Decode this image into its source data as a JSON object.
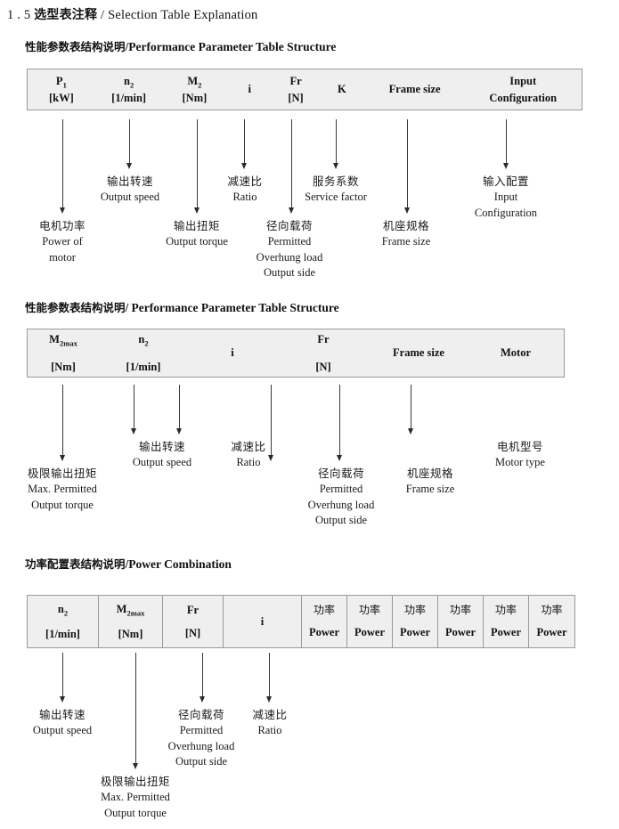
{
  "document": {
    "section_number": "1 . 5",
    "title_cn": "选型表注释",
    "title_sep": "/",
    "title_en": "Selection Table Explanation"
  },
  "colors": {
    "table_fill": "#efefef",
    "table_border": "#9a9a9a",
    "arrow": "#2a2a2a",
    "text": "#111111",
    "page_background": "#ffffff"
  },
  "sections": [
    {
      "heading_cn": "性能参数表结构说明",
      "heading_sep": "/",
      "heading_en": "Performance Parameter Table Structure",
      "table": {
        "columns": [
          {
            "line1": "P",
            "sub1": "1",
            "line2": "[kW]"
          },
          {
            "line1": "n",
            "sub1": "2",
            "line2": "[1/min]"
          },
          {
            "line1": "M",
            "sub1": "2",
            "line2": "[Nm]"
          },
          {
            "line1": "i",
            "sub1": "",
            "line2": ""
          },
          {
            "line1": "Fr",
            "sub1": "",
            "line2": "[N]"
          },
          {
            "line1": "K",
            "sub1": "",
            "line2": ""
          },
          {
            "line1": "Frame size",
            "sub1": "",
            "line2": ""
          },
          {
            "line1": "Input",
            "sub1": "",
            "line2": "Configuration"
          }
        ]
      },
      "callouts": [
        {
          "cn": "电机功率",
          "en": [
            "Power of",
            "motor"
          ]
        },
        {
          "cn": "输出转速",
          "en": [
            "Output speed"
          ]
        },
        {
          "cn": "输出扭矩",
          "en": [
            "Output torque"
          ]
        },
        {
          "cn": "减速比",
          "en": [
            "Ratio"
          ]
        },
        {
          "cn": "径向载荷",
          "en": [
            "Permitted",
            "Overhung load",
            "Output side"
          ]
        },
        {
          "cn": "服务系数",
          "en": [
            "Service factor"
          ]
        },
        {
          "cn": "机座规格",
          "en": [
            "Frame size"
          ]
        },
        {
          "cn": "输入配置",
          "en": [
            "Input",
            "Configuration"
          ]
        }
      ]
    },
    {
      "heading_cn": "性能参数表结构说明",
      "heading_sep": "/",
      "heading_en": "Performance Parameter Table Structure",
      "table": {
        "columns": [
          {
            "line1": "M",
            "sub1": "2max",
            "line2": "[Nm]"
          },
          {
            "line1": "n",
            "sub1": "2",
            "line2": "[1/min]"
          },
          {
            "line1": "i",
            "sub1": "",
            "line2": ""
          },
          {
            "line1": "Fr",
            "sub1": "",
            "line2": "[N]"
          },
          {
            "line1": "Frame size",
            "sub1": "",
            "line2": ""
          },
          {
            "line1": "Motor",
            "sub1": "",
            "line2": ""
          }
        ]
      },
      "callouts": [
        {
          "cn": "极限输出扭矩",
          "en": [
            "Max. Permitted",
            "Output  torque"
          ]
        },
        {
          "cn": "输出转速",
          "en": [
            "Output speed"
          ]
        },
        {
          "cn": "减速比",
          "en": [
            "Ratio"
          ]
        },
        {
          "cn": "径向载荷",
          "en": [
            "Permitted",
            "Overhung load",
            "Output side"
          ]
        },
        {
          "cn": "机座规格",
          "en": [
            "Frame size"
          ]
        },
        {
          "cn": "电机型号",
          "en": [
            "Motor type"
          ]
        }
      ]
    },
    {
      "heading_cn": "功率配置表结构说明",
      "heading_sep": "/",
      "heading_en": "Power Combination",
      "table": {
        "columns": [
          {
            "line1": "n",
            "sub1": "2",
            "line2": "[1/min]"
          },
          {
            "line1": "M",
            "sub1": "2max",
            "line2": "[Nm]"
          },
          {
            "line1": "Fr",
            "sub1": "",
            "line2": "[N]"
          },
          {
            "line1": "i",
            "sub1": "",
            "line2": ""
          },
          {
            "line1": "功率",
            "sub1": "",
            "line2": "Power"
          },
          {
            "line1": "功率",
            "sub1": "",
            "line2": "Power"
          },
          {
            "line1": "功率",
            "sub1": "",
            "line2": "Power"
          },
          {
            "line1": "功率",
            "sub1": "",
            "line2": "Power"
          },
          {
            "line1": "功率",
            "sub1": "",
            "line2": "Power"
          },
          {
            "line1": "功率",
            "sub1": "",
            "line2": "Power"
          }
        ]
      },
      "callouts": [
        {
          "cn": "输出转速",
          "en": [
            "Output speed"
          ]
        },
        {
          "cn": "极限输出扭矩",
          "en": [
            "Max. Permitted",
            "Output  torque"
          ]
        },
        {
          "cn": "径向载荷",
          "en": [
            "Permitted",
            "Overhung load",
            "Output side"
          ]
        },
        {
          "cn": "减速比",
          "en": [
            "Ratio"
          ]
        }
      ]
    }
  ]
}
